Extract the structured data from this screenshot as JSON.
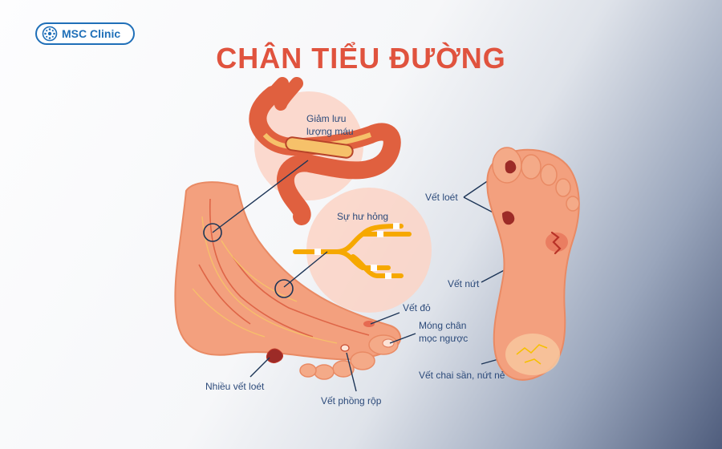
{
  "brand": {
    "name": "MSC Clinic",
    "color": "#1f6fb8"
  },
  "title": "CHÂN TIỂU ĐƯỜNG",
  "colors": {
    "title": "#e0533e",
    "label": "#2c4a7a",
    "skin": "#f3a07e",
    "vessel": "#e0603f",
    "nerve": "#f6a800"
  },
  "labels": {
    "blood_flow_line1": "Giảm lưu",
    "blood_flow_line2": "lượng máu",
    "damage": "Sự hư hỏng",
    "ulcer": "Vết loét",
    "crack": "Vết nứt",
    "redness": "Vết đỏ",
    "nail_line1": "Móng chân",
    "nail_line2": "mọc ngược",
    "callus": "Vết chai sần, nứt nẻ",
    "many_ulcers": "Nhiều vết loét",
    "blister": "Vết phồng rộp"
  }
}
